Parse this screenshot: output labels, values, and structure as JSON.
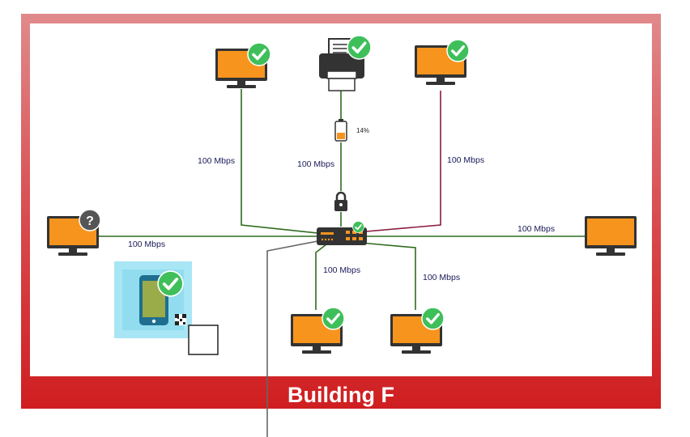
{
  "building": {
    "title": "Building F"
  },
  "links": {
    "top_left": "100 Mbps",
    "printer": "100 Mbps",
    "top_right": "100 Mbps",
    "left": "100 Mbps",
    "right": "100 Mbps",
    "bottom_left": "100 Mbps",
    "bottom_right": "100 Mbps"
  },
  "printer": {
    "toner_percent_label": "14%",
    "toner_level": 0.14
  },
  "colors": {
    "monitor_screen": "#f7941d",
    "monitor_frame": "#333333",
    "ok_badge": "#3fbf5a",
    "unknown_badge": "#555555",
    "link_green": "#2e6b1e",
    "link_red": "#8a1c3c",
    "label_text": "#1a1a5a",
    "selection_highlight": "#a8e6f5"
  },
  "icons": [
    "monitor-icon",
    "printer-icon",
    "battery-icon",
    "lock-icon",
    "switch-icon",
    "phone-icon",
    "qr-code-icon",
    "check-badge-icon",
    "question-badge-icon"
  ]
}
